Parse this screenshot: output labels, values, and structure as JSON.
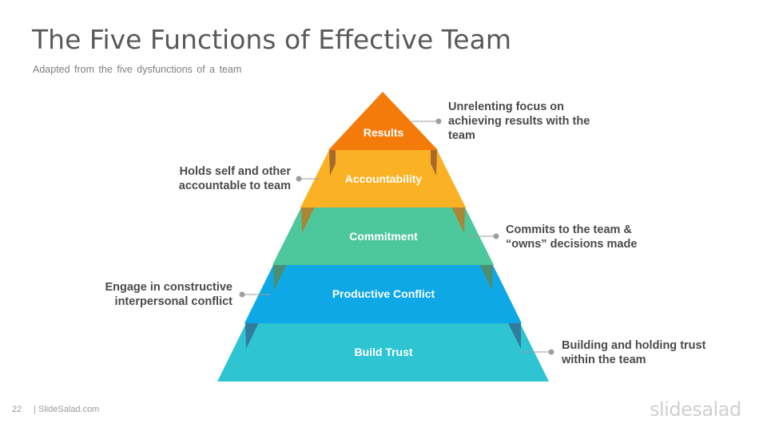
{
  "title": "The Five Functions of Effective Team",
  "subtitle": "Adapted from the five dysfunctions of a team",
  "tiers": [
    {
      "label": "Results",
      "color": "#F47B0A",
      "shade": "#A8692E",
      "description": [
        "Unrelenting focus on",
        "achieving results with the",
        "team"
      ]
    },
    {
      "label": "Accountability",
      "color": "#FBB124",
      "shade": "#AB8635",
      "description": [
        "Holds self and other",
        "accountable to team"
      ]
    },
    {
      "label": "Commitment",
      "color": "#4DC79C",
      "shade": "#4B8F73",
      "description": [
        "Commits to the team &",
        "“owns” decisions made"
      ]
    },
    {
      "label": "Productive Conflict",
      "color": "#0FA8E6",
      "shade": "#2F7C9E",
      "description": [
        "Engage in constructive",
        "interpersonal conflict"
      ]
    },
    {
      "label": "Build Trust",
      "color": "#2EC4D1",
      "shade": "#2EC4D1",
      "description": [
        "Building and holding trust",
        "within the team"
      ]
    }
  ],
  "connector_color": "#9e9e9e",
  "footer": {
    "page_number": "22",
    "site": "| SlideSalad.com",
    "logo": "slidesalad"
  }
}
